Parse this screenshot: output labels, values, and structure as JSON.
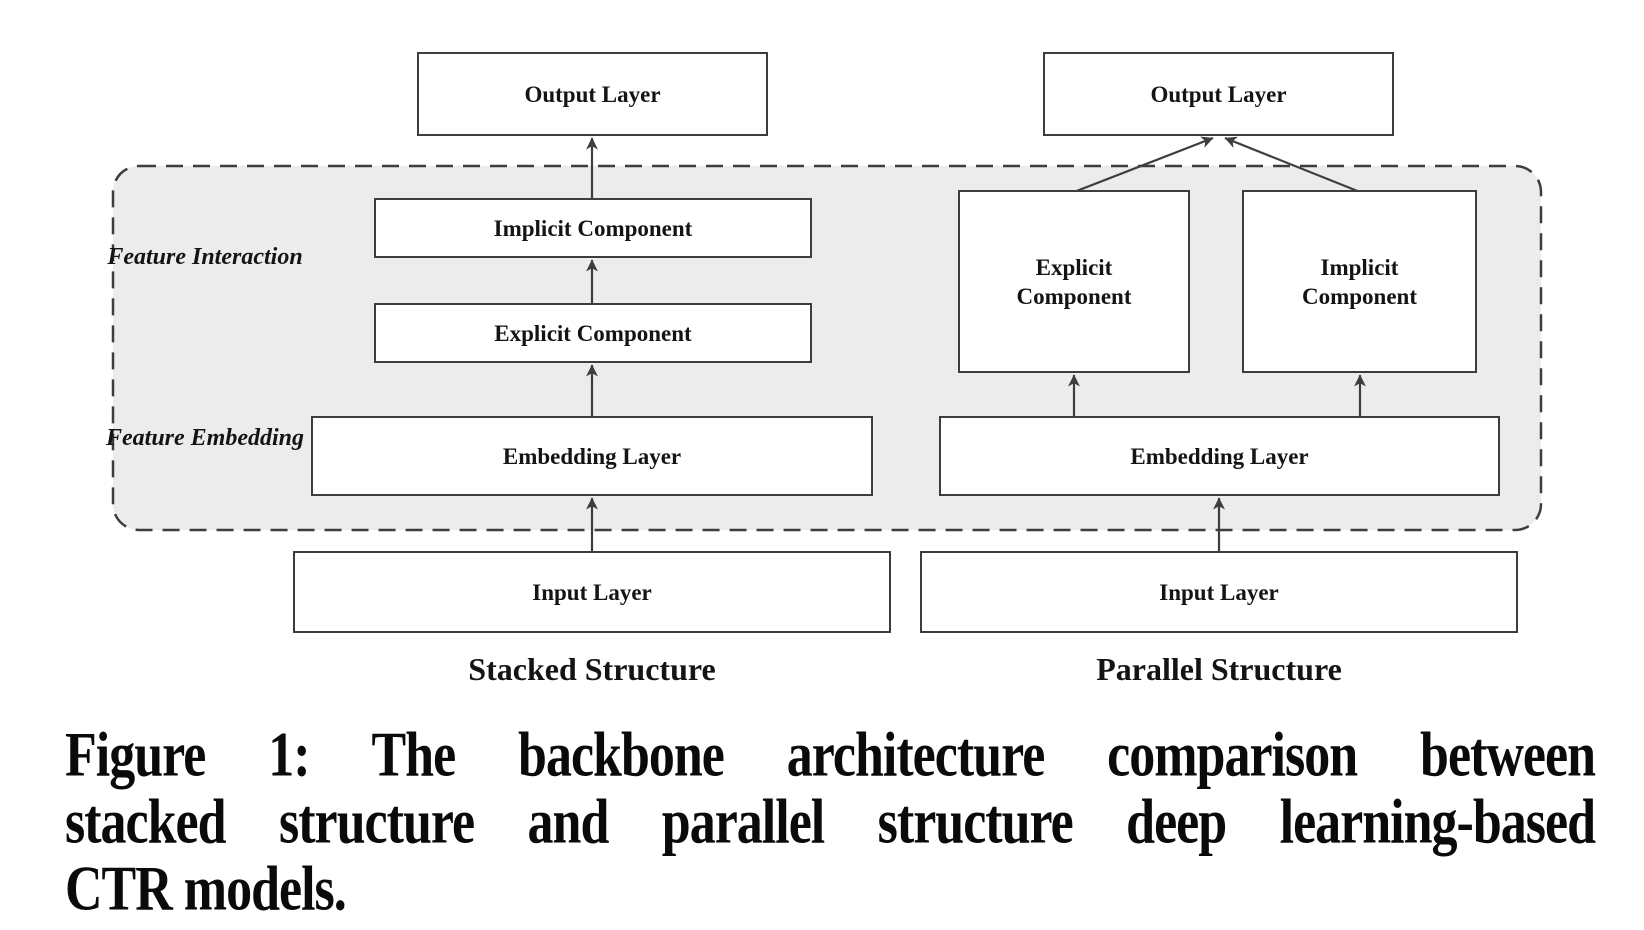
{
  "caption": {
    "lines": [
      "Figure 1: The backbone architecture comparison between",
      "stacked structure and parallel structure deep learning-based",
      "CTR models."
    ],
    "full_text": "Figure 1: The backbone architecture comparison between stacked structure and parallel structure deep learning-based CTR models."
  },
  "diagram": {
    "region_labels": {
      "feature_interaction": "Feature Interaction",
      "feature_embedding": "Feature Embedding"
    },
    "stacked": {
      "title": "Stacked Structure",
      "nodes": {
        "output": "Output Layer",
        "implicit": "Implicit Component",
        "explicit": "Explicit Component",
        "embedding": "Embedding Layer",
        "input": "Input Layer"
      },
      "edges": [
        {
          "from": "input",
          "to": "embedding"
        },
        {
          "from": "embedding",
          "to": "explicit"
        },
        {
          "from": "explicit",
          "to": "implicit"
        },
        {
          "from": "implicit",
          "to": "output"
        }
      ]
    },
    "parallel": {
      "title": "Parallel Structure",
      "nodes": {
        "output": "Output Layer",
        "explicit": "Explicit Component",
        "implicit": "Implicit Component",
        "embedding": "Embedding Layer",
        "input": "Input Layer"
      },
      "edges": [
        {
          "from": "input",
          "to": "embedding"
        },
        {
          "from": "embedding",
          "to": "explicit"
        },
        {
          "from": "embedding",
          "to": "implicit"
        },
        {
          "from": "explicit",
          "to": "output"
        },
        {
          "from": "implicit",
          "to": "output"
        }
      ]
    }
  },
  "colors": {
    "background": "#ffffff",
    "region_fill": "#ececec",
    "line": "#3d3d3d",
    "text": "#141414"
  }
}
